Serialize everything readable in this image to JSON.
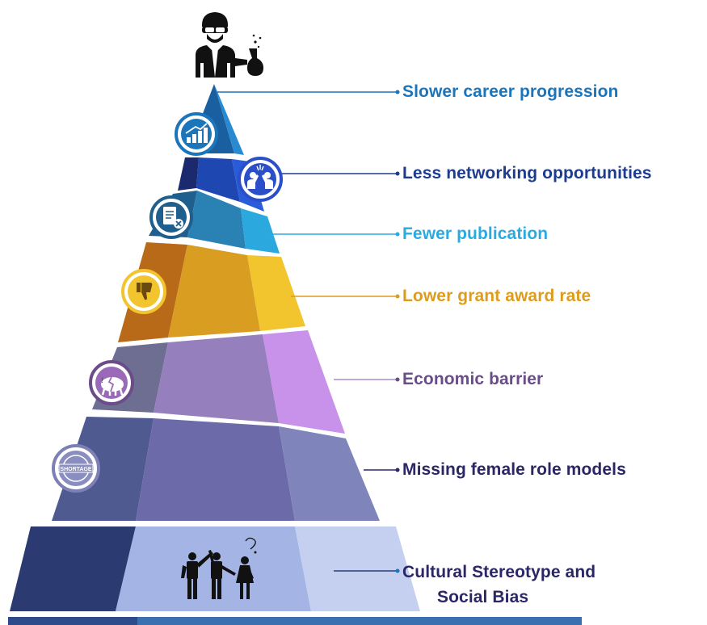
{
  "colors": {
    "l1": "#1b75bb",
    "l2": "#1d3c8f",
    "l3": "#29abe2",
    "l4": "#dd9c1e",
    "l5": "#6b4c88",
    "l6": "#2b2767",
    "l7": "#1b75bb"
  },
  "levels": [
    {
      "label": "Slower career progression",
      "icon": "growth-chart-icon"
    },
    {
      "label": "Less networking opportunities",
      "icon": "networking-people-icon"
    },
    {
      "label": "Fewer publication",
      "icon": "rejected-document-icon"
    },
    {
      "label": "Lower grant award rate",
      "icon": "thumbs-down-icon"
    },
    {
      "label": "Economic barrier",
      "icon": "broken-piggy-bank-icon"
    },
    {
      "label": "Missing female role models",
      "icon": "shortage-stamp-icon"
    },
    {
      "label_line1": "Cultural Stereotype and",
      "label_line2": "Social Bias",
      "icon": "men-excluding-woman-icon"
    }
  ],
  "top_icon": "scientist-icon",
  "stamp_text": "SHORTAGE"
}
